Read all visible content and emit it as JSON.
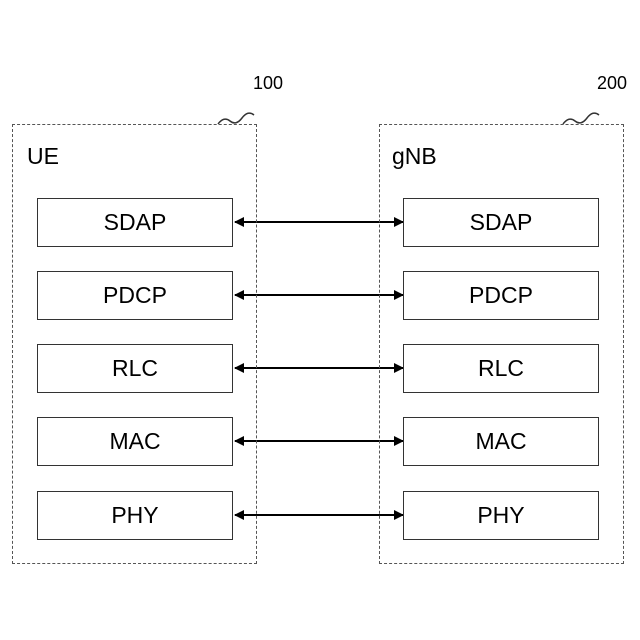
{
  "ue": {
    "ref": "100",
    "title": "UE",
    "layers": [
      "SDAP",
      "PDCP",
      "RLC",
      "MAC",
      "PHY"
    ]
  },
  "gnb": {
    "ref": "200",
    "title": "gNB",
    "layers": [
      "SDAP",
      "PDCP",
      "RLC",
      "MAC",
      "PHY"
    ]
  }
}
